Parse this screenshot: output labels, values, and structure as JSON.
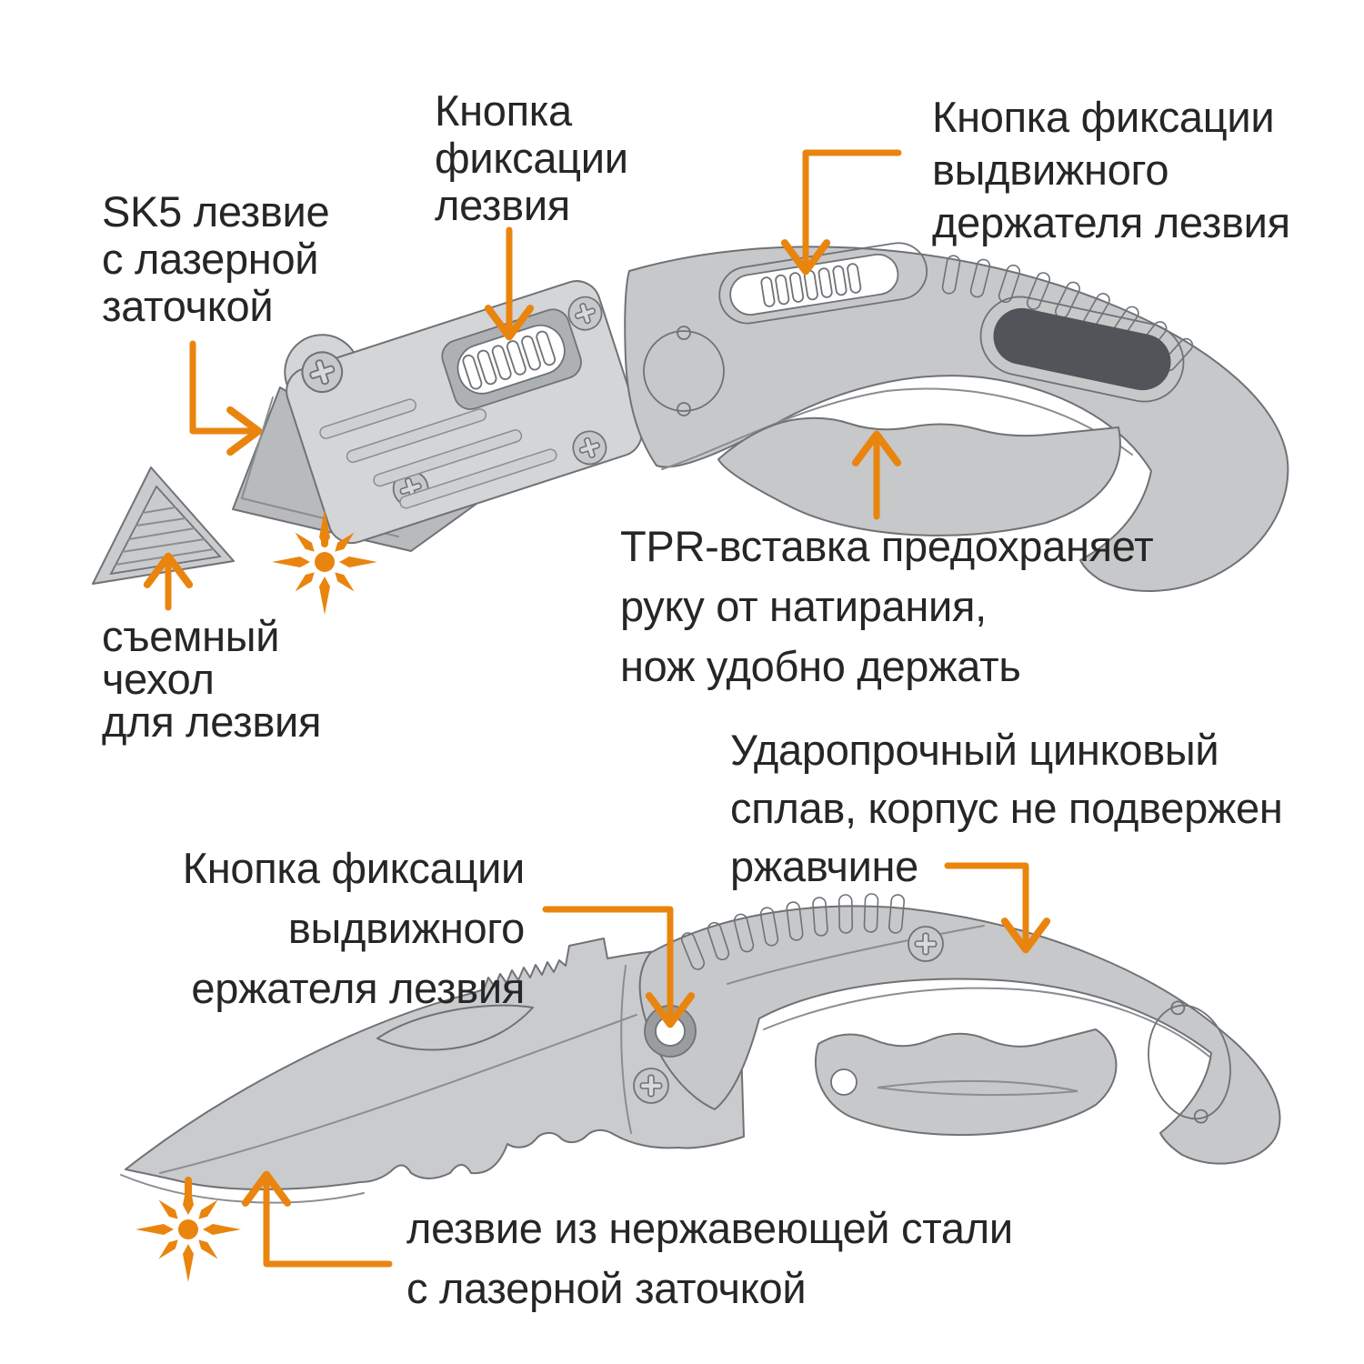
{
  "theme": {
    "background": "#ffffff",
    "accent_orange": "#e9850e",
    "text_color": "#262626",
    "knife_gray": "#c6c8ca",
    "insert_dark": "#515458"
  },
  "labels": {
    "blade_lock": {
      "lines": [
        "Кнопка",
        "фиксации",
        "лезвия"
      ]
    },
    "holder_lock_top": {
      "lines": [
        "Кнопка фиксации",
        "выдвижного",
        "держателя лезвия"
      ]
    },
    "sk5_blade": {
      "lines": [
        "SK5 лезвие",
        "с лазерной",
        "заточкой"
      ]
    },
    "tpr_insert": {
      "lines": [
        "TPR-вставка предохраняет",
        "руку от натирания,",
        "нож удобно держать"
      ]
    },
    "removable_cover": {
      "lines": [
        "съемный",
        "чехол",
        "для лезвия"
      ]
    },
    "zinc_alloy": {
      "lines": [
        "Ударопрочный цинковый",
        "сплав, корпус не подвержен",
        "ржавчине"
      ]
    },
    "holder_lock_bottom": {
      "lines": [
        "Кнопка фиксации",
        "выдвижного",
        "ержателя лезвия"
      ]
    },
    "stainless_blade": {
      "lines": [
        "лезвие из нержавеющей стали",
        "с лазерной заточкой"
      ]
    }
  },
  "icons": {
    "sparkle_top": "laser-shine",
    "sparkle_bottom": "laser-shine"
  }
}
